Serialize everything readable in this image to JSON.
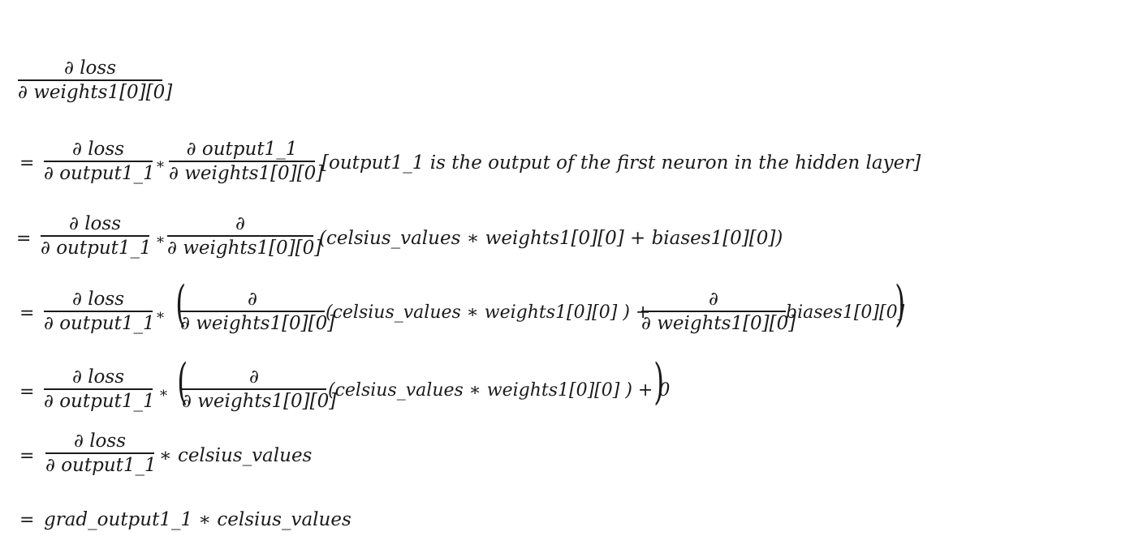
{
  "line0": {
    "frac": {
      "num": "∂  loss",
      "den": "∂  weights1[0][0]"
    }
  },
  "line1": {
    "eq": "=",
    "frac_a": {
      "num": "∂ loss",
      "den": "∂ output1_1"
    },
    "times": "*",
    "frac_b": {
      "num": "∂ output1_1",
      "den": "∂ weights1[0][0]"
    },
    "note": "[output1_1 is the output of the first neuron in the hidden layer]"
  },
  "line2": {
    "eq": "=",
    "frac_a": {
      "num": "∂  loss",
      "den": "∂ output1_1"
    },
    "times": "*",
    "frac_b": {
      "num": "∂",
      "den": "∂ weights1[0][0]"
    },
    "expr": "(celsius_values ∗ weights1[0][0]  +  biases1[0][0])"
  },
  "line3": {
    "eq": "=",
    "frac_a": {
      "num": "∂ loss",
      "den": "∂ output1_1"
    },
    "times": "*",
    "lparen": "(",
    "frac_b": {
      "num": "∂",
      "den": "∂ weights1[0][0]"
    },
    "expr1": "(celsius_values ∗ weights1[0][0] )  +",
    "frac_c": {
      "num": "∂",
      "den": "∂ weights1[0][0]"
    },
    "expr2": "biases1[0][0]",
    "rparen": ")"
  },
  "line4": {
    "eq": "=",
    "frac_a": {
      "num": "∂ loss",
      "den": "∂ output1_1"
    },
    "times": "*",
    "lparen": "(",
    "frac_b": {
      "num": "∂",
      "den": "∂ weights1[0][0]"
    },
    "expr1": "(celsius_values ∗ weights1[0][0] )  +  0",
    "rparen": ")"
  },
  "line5": {
    "eq": "=",
    "frac_a": {
      "num": "∂ loss",
      "den": "∂ output1_1"
    },
    "expr": "∗ celsius_values"
  },
  "line6": {
    "eq": "=",
    "expr": "grad_output1_1 ∗ celsius_values"
  }
}
